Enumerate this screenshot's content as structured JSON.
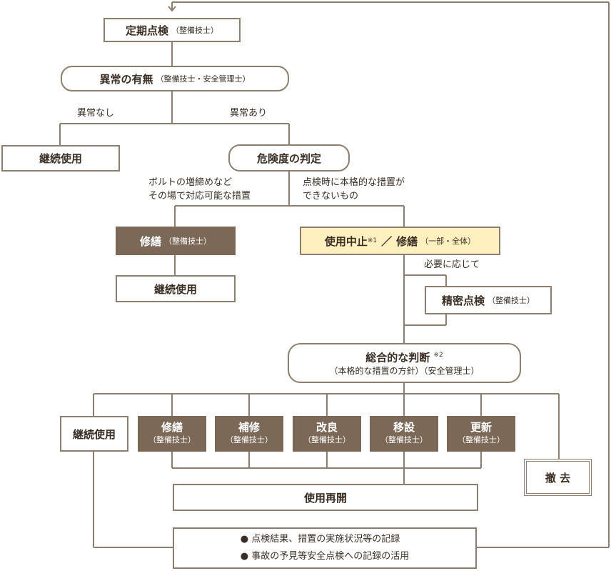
{
  "nodes": {
    "periodic_inspection": {
      "title": "定期点検",
      "sub": "（整備技士）"
    },
    "anomaly_check": {
      "title": "異常の有無",
      "sub": "（整備技士・安全管理士）"
    },
    "continue_use_1": {
      "title": "継続使用"
    },
    "risk_judgement": {
      "title": "危険度の判定"
    },
    "repair_onsite": {
      "title": "修繕",
      "sub": "（整備技士）"
    },
    "continue_use_2": {
      "title": "継続使用"
    },
    "suspend_use": {
      "title": "使用中止",
      "note": "※1",
      "slash": "／",
      "title2": "修繕",
      "sub": "（一部・全体）"
    },
    "detailed_inspection": {
      "title": "精密点検",
      "sub": "（整備技士）"
    },
    "overall_judgement": {
      "title": "総合的な判断",
      "note": "※2",
      "sub": "（本格的な措置の方針）（安全管理士）"
    },
    "continue_use_3": {
      "title": "継続使用"
    },
    "options": [
      {
        "title": "修繕",
        "sub": "（整備技士）"
      },
      {
        "title": "補修",
        "sub": "（整備技士）"
      },
      {
        "title": "改良",
        "sub": "（整備技士）"
      },
      {
        "title": "移設",
        "sub": "（整備技士）"
      },
      {
        "title": "更新",
        "sub": "（整備技士）"
      }
    ],
    "removal": {
      "title": "撤 去"
    },
    "resume_use": {
      "title": "使用再開"
    },
    "records": {
      "line1": "● 点検結果、措置の実施状況等の記録",
      "line2": "● 事故の予見等安全点検への記録の活用"
    }
  },
  "labels": {
    "no_anomaly": "異常なし",
    "anomaly": "異常あり",
    "onsite_line1": "ボルトの増締めなど",
    "onsite_line2": "その場で対応可能な措置",
    "major_line1": "点検時に本格的な措置が",
    "major_line2": "できないもの",
    "as_needed": "必要に応じて"
  },
  "colors": {
    "line": "#8d7e70",
    "dark_fill": "#7b6857",
    "yellow_fill": "#fff1bf"
  }
}
